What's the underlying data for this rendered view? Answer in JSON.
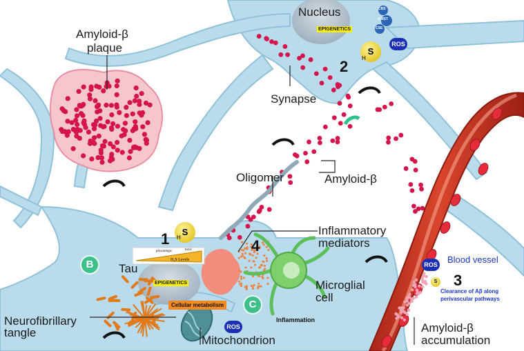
{
  "labels": {
    "nucleus": "Nucleus",
    "epigenetics_top": "EPIGENETICS",
    "plaque_1": "Amyloid-β",
    "plaque_2": "plaque",
    "synapse": "Synapse",
    "oligomer": "Oligomer",
    "amyloid_beta": "Amyloid-β",
    "inflammatory_1": "Inflammatory",
    "inflammatory_2": "mediators",
    "tau": "Tau",
    "epigenetics_bottom": "EPIGENETICS",
    "cellular_metabolism": "Cellular metabolism",
    "neuro_1": "Neurofibrillary",
    "neuro_2": "tangle",
    "mitochondrion": "Mitochondrion",
    "microglial_1": "Microglial",
    "microglial_2": "cell",
    "inflammation": "Inflammation",
    "blood_vessel": "Blood vessel",
    "clearance_1": "Clearance of Aβ along",
    "clearance_2": "perivascular pathways",
    "accum_1": "Amyloid-β",
    "accum_2": "accumulation",
    "h2s_levels": "H₂S Levels",
    "physiologic": "physiologic",
    "toxic": "toxic"
  },
  "molecules": {
    "ros": "ROS",
    "sulfur": "S",
    "hydrogen": "H",
    "enzyme_cbs": "CBS",
    "enzyme_cse": "CSE",
    "enzyme_3mst": "3-MST"
  },
  "markers": {
    "n1": "1",
    "n2": "2",
    "n3": "3",
    "n4": "4",
    "b": "B",
    "c": "C"
  },
  "colors": {
    "neuron": "#b9dbec",
    "neuron_edge": "#8fc1d9",
    "amyloid": "#d3154b",
    "vessel": "#c8321f",
    "accent_green": "#3fbf8a",
    "highlight": "#fff200",
    "metabolism": "#f3891f"
  }
}
